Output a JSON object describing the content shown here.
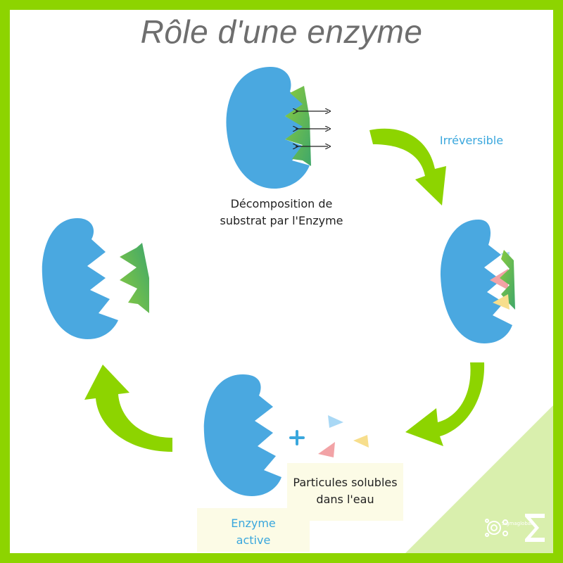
{
  "title": "Rôle d'une enzyme",
  "labels": {
    "decomposition_line1": "Décomposition de",
    "decomposition_line2": "substrat par l'Enzyme",
    "irreversible": "Irréversible",
    "particles_line1": "Particules solubles",
    "particles_line2": "dans l'eau",
    "enzyme_line1": "Enzyme",
    "enzyme_line2": "active",
    "plus": "+"
  },
  "logo": {
    "text": "Sigmaglobal",
    "glyph": "Σ"
  },
  "colors": {
    "frame": "#8dd400",
    "enzyme": "#4aa8e0",
    "arrow": "#8dd400",
    "substrate_light": "#8bcb3e",
    "substrate_dark": "#3fa76a",
    "particle_blue": "#a9d8f5",
    "particle_pink": "#f2a3a6",
    "particle_yellow": "#f7de8c",
    "plus": "#3aa7dd"
  },
  "icons": [
    "enzyme-shape",
    "substrate-shape",
    "double-arrow-icon",
    "curved-arrow-icon",
    "plus-icon",
    "particle-triangle",
    "sigma-logo-icon"
  ]
}
